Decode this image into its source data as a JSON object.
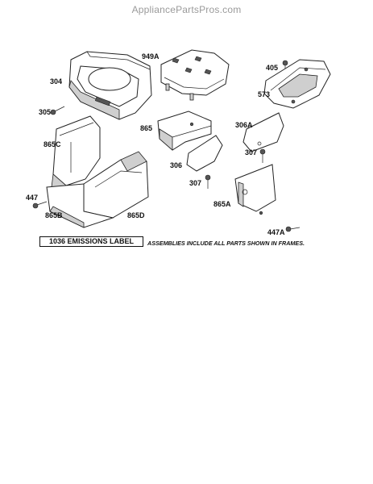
{
  "watermark": "AppliancePartsPros.com",
  "parts": {
    "p304": "304",
    "p305": "305",
    "p949A": "949A",
    "p405": "405",
    "p573": "573",
    "p865": "865",
    "p306A": "306A",
    "p865C": "865C",
    "p307a": "307",
    "p306": "306",
    "p307b": "307",
    "p447": "447",
    "p865B": "865B",
    "p865D": "865D",
    "p865A": "865A",
    "p447A": "447A"
  },
  "emissions_label": "1036 EMISSIONS LABEL",
  "assemblies_note": "ASSEMBLIES INCLUDE ALL PARTS SHOWN IN FRAMES."
}
